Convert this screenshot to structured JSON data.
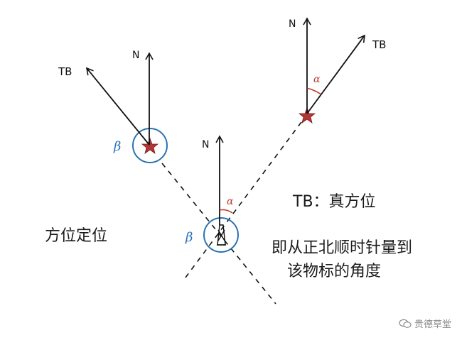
{
  "labels": {
    "tb_left": "TB",
    "n_left": "N",
    "beta_left": "β",
    "n_center": "N",
    "alpha_center": "α",
    "beta_center": "β",
    "n_right": "N",
    "tb_right": "TB",
    "alpha_right": "α"
  },
  "text": {
    "title": "方位定位",
    "definition_title": "TB：真方位",
    "definition_line1": "即从正北顺时针量到",
    "definition_line2": "该物标的角度"
  },
  "watermark": {
    "text": "贵德草堂"
  },
  "colors": {
    "line": "#111111",
    "circle": "#2a72b5",
    "star": "#b23535",
    "alpha": "#c0392b",
    "beta": "#2a72b5"
  }
}
